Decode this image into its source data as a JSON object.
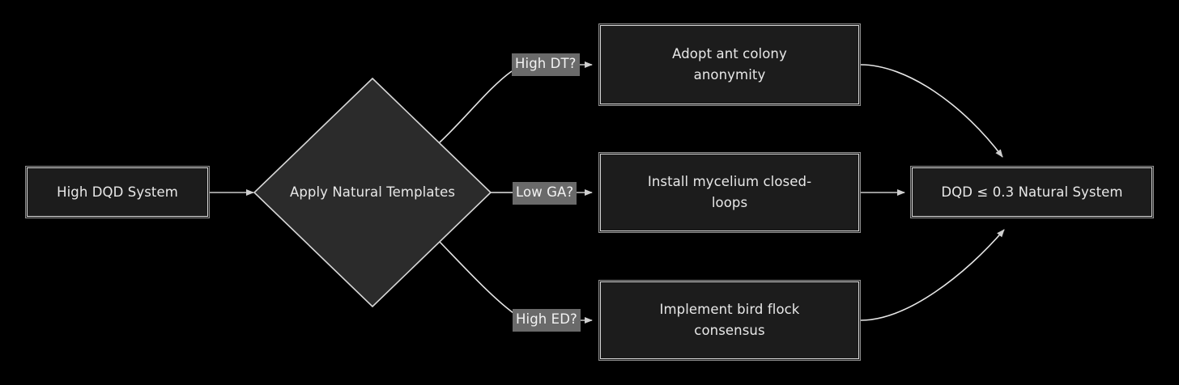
{
  "diagram": {
    "type": "flowchart",
    "orientation": "left-to-right",
    "background_color": "#000000",
    "node_fill_color": "#1c1c1c",
    "node_border_color": "#d8d8d8",
    "edge_color": "#e6e6e6",
    "text_color": "#e8e8e8",
    "edge_label_background": "#6a6a6a",
    "nodes": [
      {
        "id": "start",
        "shape": "rectangle",
        "text": "High DQD System"
      },
      {
        "id": "decision",
        "shape": "diamond",
        "text": "Apply Natural Templates"
      },
      {
        "id": "branch_top",
        "shape": "rectangle",
        "text": "Adopt ant colony anonymity"
      },
      {
        "id": "branch_mid",
        "shape": "rectangle",
        "text": "Install mycelium closed-loops"
      },
      {
        "id": "branch_bot",
        "shape": "rectangle",
        "text": "Implement bird flock consensus"
      },
      {
        "id": "end",
        "shape": "rectangle",
        "text": "DQD ≤ 0.3 Natural System"
      }
    ],
    "node_text": {
      "start": "High DQD System",
      "decision": "Apply Natural Templates",
      "branch_top_line1": "Adopt ant colony",
      "branch_top_line2": "anonymity",
      "branch_mid_line1": "Install mycelium closed-",
      "branch_mid_line2": "loops",
      "branch_bot_line1": "Implement bird flock",
      "branch_bot_line2": "consensus",
      "end": "DQD ≤ 0.3 Natural System"
    },
    "edges": [
      {
        "id": "e1",
        "from": "start",
        "to": "decision",
        "label": ""
      },
      {
        "id": "e2",
        "from": "decision",
        "to": "branch_top",
        "label": "High DT?"
      },
      {
        "id": "e3",
        "from": "decision",
        "to": "branch_mid",
        "label": "Low GA?"
      },
      {
        "id": "e4",
        "from": "decision",
        "to": "branch_bot",
        "label": "High ED?"
      },
      {
        "id": "e5",
        "from": "branch_top",
        "to": "end",
        "label": ""
      },
      {
        "id": "e6",
        "from": "branch_mid",
        "to": "end",
        "label": ""
      },
      {
        "id": "e7",
        "from": "branch_bot",
        "to": "end",
        "label": ""
      }
    ],
    "edge_labels": {
      "high_dt": "High DT?",
      "low_ga": "Low GA?",
      "high_ed": "High ED?"
    }
  }
}
